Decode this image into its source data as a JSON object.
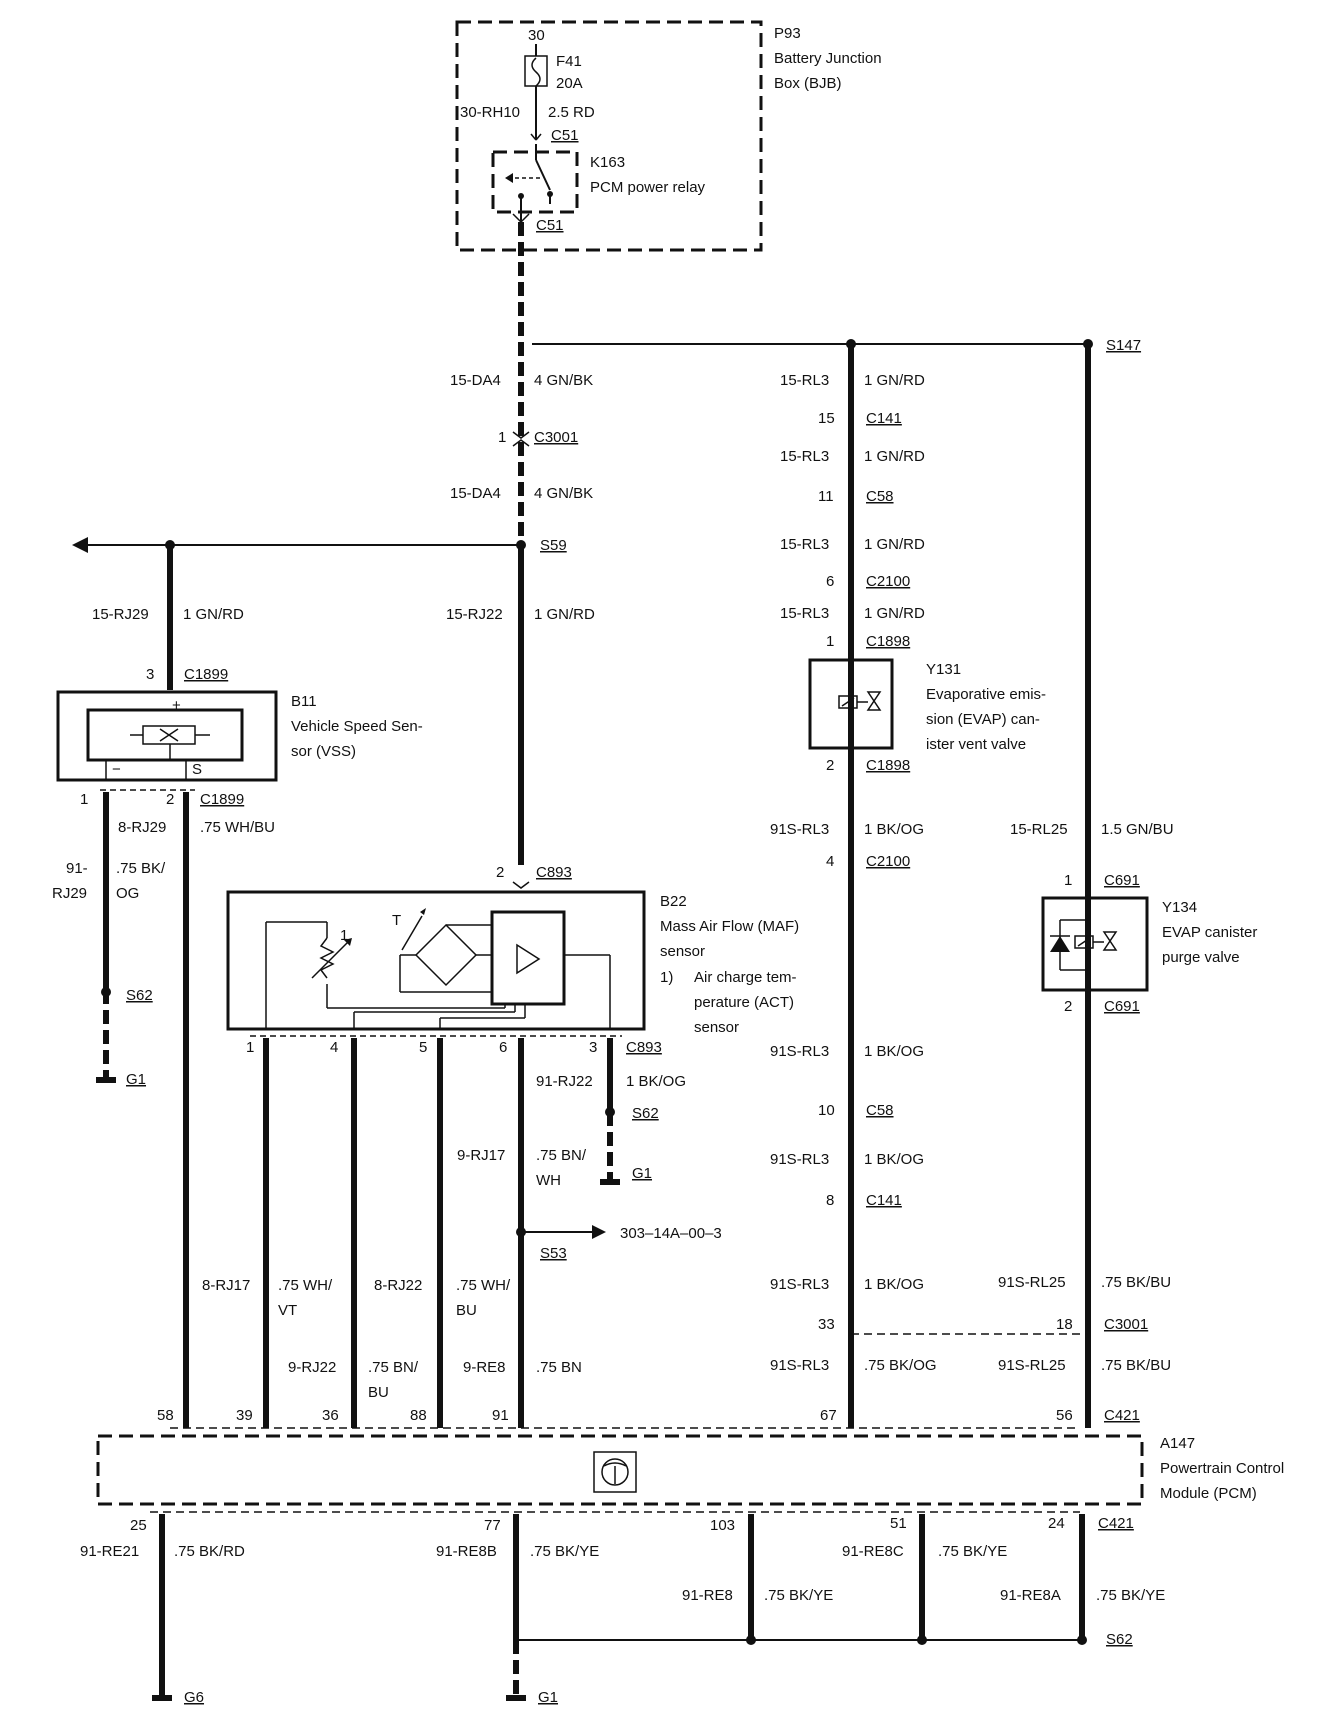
{
  "components": {
    "p93": {
      "id": "P93",
      "name1": "Battery Junction",
      "name2": "Box (BJB)"
    },
    "f41": {
      "id": "F41",
      "rating": "20A",
      "pin": "30"
    },
    "k163": {
      "id": "K163",
      "name": "PCM power relay"
    },
    "b11": {
      "id": "B11",
      "name1": "Vehicle Speed Sen-",
      "name2": "sor (VSS)"
    },
    "b22": {
      "id": "B22",
      "name1": "Mass Air Flow (MAF)",
      "name2": "sensor",
      "note_num": "1)",
      "note1": "Air charge tem-",
      "note2": "perature (ACT)",
      "note3": "sensor"
    },
    "y131": {
      "id": "Y131",
      "name1": "Evaporative emis-",
      "name2": "sion (EVAP) can-",
      "name3": "ister vent valve"
    },
    "y134": {
      "id": "Y134",
      "name1": "EVAP canister",
      "name2": "purge valve"
    },
    "a147": {
      "id": "A147",
      "name1": "Powertrain Control",
      "name2": "Module (PCM)"
    }
  },
  "connectors": {
    "c51a": "C51",
    "c51b": "C51",
    "c3001a": "C3001",
    "c3001b": "C3001",
    "c1899a": "C1899",
    "c1899b": "C1899",
    "c893a": "C893",
    "c893b": "C893",
    "c141a": "C141",
    "c141b": "C141",
    "c58a": "C58",
    "c58b": "C58",
    "c2100a": "C2100",
    "c2100b": "C2100",
    "c1898a": "C1898",
    "c1898b": "C1898",
    "c691a": "C691",
    "c691b": "C691",
    "c421a": "C421",
    "c421b": "C421"
  },
  "splices": {
    "s147": "S147",
    "s59": "S59",
    "s62a": "S62",
    "s62b": "S62",
    "s62c": "S62",
    "s53": "S53"
  },
  "grounds": {
    "g1a": "G1",
    "g1b": "G1",
    "g1c": "G1",
    "g6": "G6"
  },
  "ref_page": "303–14A–00–3",
  "wires": {
    "rh10": {
      "code": "30-RH10",
      "spec": "2.5 RD"
    },
    "da4a": {
      "code": "15-DA4",
      "spec": "4 GN/BK"
    },
    "da4b": {
      "code": "15-DA4",
      "spec": "4 GN/BK"
    },
    "rl3a": {
      "code": "15-RL3",
      "spec": "1 GN/RD"
    },
    "rl3b": {
      "code": "15-RL3",
      "spec": "1 GN/RD"
    },
    "rl3c": {
      "code": "15-RL3",
      "spec": "1 GN/RD"
    },
    "rl3d": {
      "code": "15-RL3",
      "spec": "1 GN/RD"
    },
    "rj29": {
      "code": "15-RJ29",
      "spec": "1 GN/RD"
    },
    "rj22": {
      "code": "15-RJ22",
      "spec": "1 GN/RD"
    },
    "rj29g_code1": "91-",
    "rj29g_code2": "RJ29",
    "rj29g_spec1": ".75 BK/",
    "rj29g_spec2": "OG",
    "rj29s": {
      "code": "8-RJ29",
      "spec": ".75 WH/BU"
    },
    "rl3e": {
      "code": "91S-RL3",
      "spec": "1 BK/OG"
    },
    "rl3f": {
      "code": "91S-RL3",
      "spec": "1 BK/OG"
    },
    "rl3g": {
      "code": "91S-RL3",
      "spec": "1 BK/OG"
    },
    "rl3h": {
      "code": "91S-RL3",
      "spec": "1 BK/OG"
    },
    "rl3i": {
      "code": "91S-RL3",
      "spec": ".75 BK/OG"
    },
    "rl25a": {
      "code": "15-RL25",
      "spec": "1.5 GN/BU"
    },
    "rl25b": {
      "code": "91S-RL25",
      "spec": ".75 BK/BU"
    },
    "rl25c": {
      "code": "91S-RL25",
      "spec": ".75 BK/BU"
    },
    "rj22g": {
      "code": "91-RJ22",
      "spec": "1 BK/OG"
    },
    "rj17a_code": "9-RJ17",
    "rj17a_spec1": ".75 BN/",
    "rj17a_spec2": "WH",
    "rj17b_code": "8-RJ17",
    "rj17b_spec1": ".75 WH/",
    "rj17b_spec2": "VT",
    "rj22b_code": "8-RJ22",
    "rj22b_spec1": ".75 WH/",
    "rj22b_spec2": "BU",
    "rj22c_code": "9-RJ22",
    "rj22c_spec1": ".75 BN/",
    "rj22c_spec2": "BU",
    "re8": {
      "code": "9-RE8",
      "spec": ".75 BN"
    },
    "re21": {
      "code": "91-RE21",
      "spec": ".75 BK/RD"
    },
    "re8b": {
      "code": "91-RE8B",
      "spec": ".75 BK/YE"
    },
    "re8g": {
      "code": "91-RE8",
      "spec": ".75 BK/YE"
    },
    "re8c": {
      "code": "91-RE8C",
      "spec": ".75 BK/YE"
    },
    "re8a": {
      "code": "91-RE8A",
      "spec": ".75 BK/YE"
    }
  },
  "pins": {
    "c3001_1": "1",
    "c141_15": "15",
    "c58_11": "11",
    "c2100_6": "6",
    "c1898_1": "1",
    "c1898_2": "2",
    "c2100_4": "4",
    "c1899_3": "3",
    "c1899_1": "1",
    "c1899_2": "2",
    "c893_2": "2",
    "maf_1": "1",
    "maf_4": "4",
    "maf_5": "5",
    "maf_6": "6",
    "maf_3": "3",
    "c58_10": "10",
    "c141_8": "8",
    "c3001_33": "33",
    "c3001_18": "18",
    "c691_1": "1",
    "c691_2": "2",
    "pcm_58": "58",
    "pcm_39": "39",
    "pcm_36": "36",
    "pcm_88": "88",
    "pcm_91": "91",
    "pcm_67": "67",
    "pcm_56": "56",
    "pcm_25": "25",
    "pcm_77": "77",
    "pcm_103": "103",
    "pcm_51": "51",
    "pcm_24": "24",
    "vss_plus": "+",
    "vss_minus": "−",
    "vss_s": "S",
    "maf_t": "T",
    "maf_ntc": "1"
  }
}
